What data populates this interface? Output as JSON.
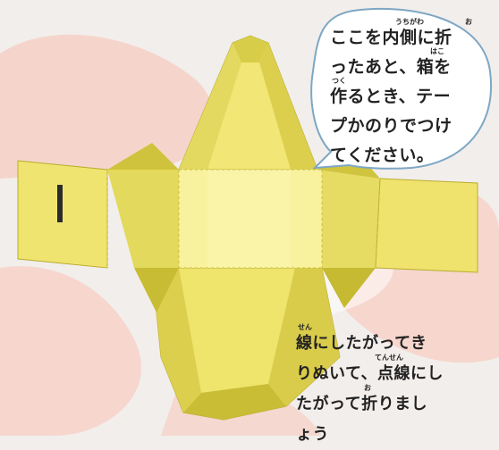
{
  "callout": {
    "lines": [
      "ここを内側に折",
      "ったあと、箱を",
      "作るとき、テー",
      "プかのりでつけ",
      "てください。"
    ],
    "ruby_uchigawa": "うちがわ",
    "ruby_ori": "お",
    "ruby_hako": "はこ",
    "ruby_tsuku": "つく"
  },
  "instruction": {
    "lines": [
      "線にしたがってき",
      "りぬいて、点線にし",
      "たがって折りまし",
      "ょう"
    ],
    "ruby_sen": "せん",
    "ruby_tensen": "てんせん",
    "ruby_ori": "お"
  },
  "colors": {
    "paper_light": "#f7f09a",
    "paper_mid": "#efe46c",
    "paper_dark": "#d2c843",
    "paper_shadow": "#b9ad2e",
    "background": "#f2eeec",
    "pink_blob": "#f6d0c6",
    "slot": "#2b2b2b"
  }
}
